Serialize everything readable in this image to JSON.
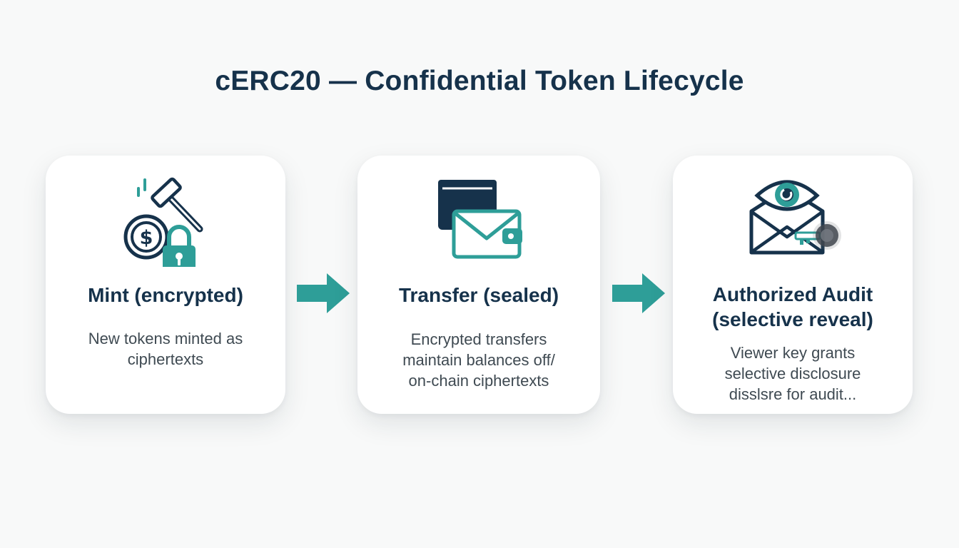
{
  "title": "cERC20 — Confidential Token Lifecycle",
  "colors": {
    "navy": "#16324b",
    "teal": "#2e9e98",
    "text": "#3f4a52",
    "card": "#ffffff",
    "background": "#f8f9f9"
  },
  "steps": [
    {
      "icon": "mint-coin-lock-icon",
      "title": "Mint (encrypted)",
      "description": "New tokens minted as\nciphertexts"
    },
    {
      "icon": "wallet-envelope-icon",
      "title": "Transfer (sealed)",
      "description": "Encrypted transfers\nmaintain balances off/\non-chain ciphertexts"
    },
    {
      "icon": "eye-envelope-key-icon",
      "title": "Authorized Audit\n(selective reveal)",
      "description": "Viewer key grants\nselective disclosure\ndisslsre for audit..."
    }
  ],
  "connectors": [
    "arrow-right-icon",
    "arrow-right-icon"
  ]
}
